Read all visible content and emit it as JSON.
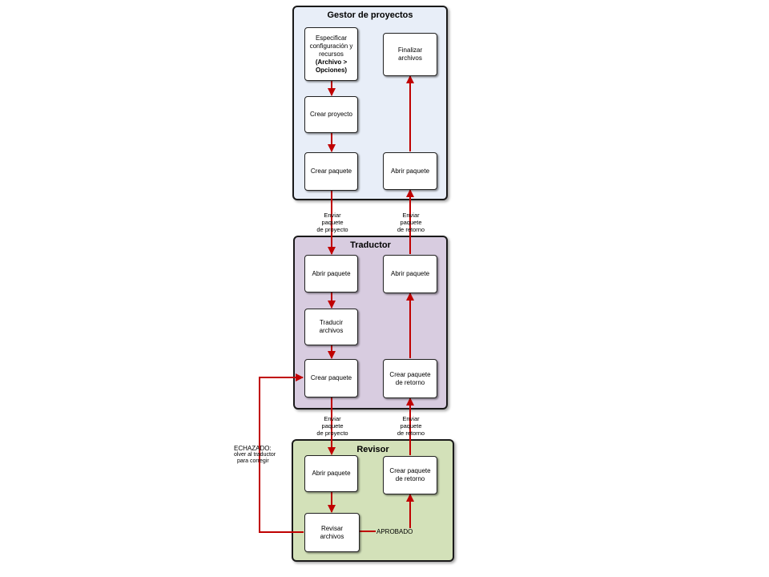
{
  "lanes": {
    "pm": {
      "title": "Gestor de proyectos",
      "color": "#e8eef8"
    },
    "tr": {
      "title": "Traductor",
      "color": "#d8cce0"
    },
    "rv": {
      "title": "Revisor",
      "color": "#d3e1b9"
    }
  },
  "nodes": {
    "specify": {
      "line1": "Especificar",
      "line2": "configuración y",
      "line3": "recursos",
      "line4": "(Archivo >",
      "line5": "Opciones)"
    },
    "create_project": {
      "label": "Crear proyecto"
    },
    "create_package_pm": {
      "label": "Crear paquete"
    },
    "finalize": {
      "line1": "Finalizar",
      "line2": "archivos"
    },
    "open_package_pm": {
      "label": "Abrir paquete"
    },
    "open_package_tr": {
      "label": "Abrir paquete"
    },
    "translate": {
      "line1": "Traducir",
      "line2": "archivos"
    },
    "create_package_tr": {
      "label": "Crear paquete"
    },
    "open_return_tr": {
      "label": "Abrir paquete"
    },
    "create_return_tr": {
      "line1": "Crear paquete",
      "line2": "de retorno"
    },
    "open_package_rv": {
      "label": "Abrir paquete"
    },
    "review": {
      "line1": "Revisar",
      "line2": "archivos"
    },
    "create_return_rv": {
      "line1": "Crear paquete",
      "line2": "de retorno"
    }
  },
  "labels": {
    "send_project_1": {
      "line1": "Enviar",
      "line2": "paquete",
      "line3": "de proyecto"
    },
    "send_return_1": {
      "line1": "Enviar",
      "line2": "paquete",
      "line3": "de retorno"
    },
    "send_project_2": {
      "line1": "Enviar",
      "line2": "paquete",
      "line3": "de proyecto"
    },
    "send_return_2": {
      "line1": "Enviar",
      "line2": "paquete",
      "line3": "de retorno"
    },
    "rejected": {
      "line1": "ECHAZADO:",
      "line2": "olver al traductor",
      "line3": "para corregir"
    },
    "approved": {
      "label": "APROBADO"
    }
  },
  "colors": {
    "arrow": "#c00000"
  }
}
